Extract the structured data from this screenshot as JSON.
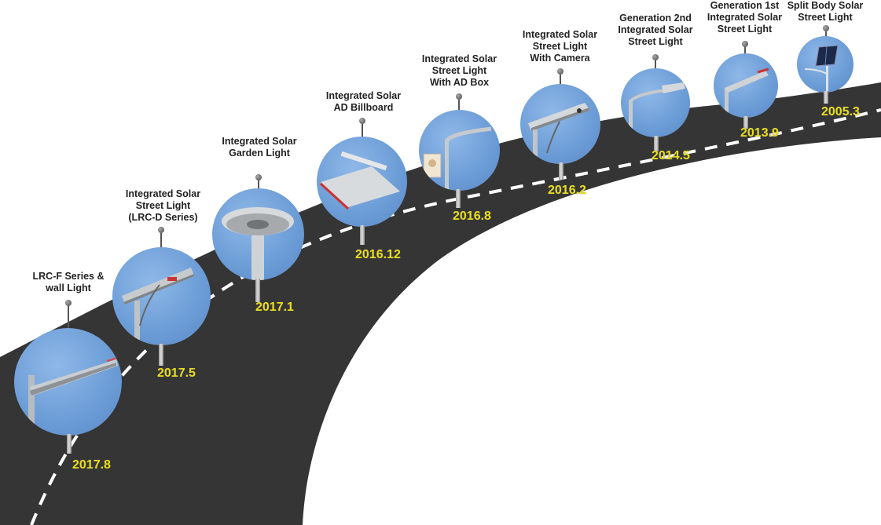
{
  "colors": {
    "road": "#353535",
    "dash": "#ffffff",
    "bubble": "#6b9cd6",
    "year": "#e8dd1d"
  },
  "milestones": [
    {
      "label": "LRC-F Series &\nwall Light",
      "year": "2017.8",
      "icon": "wall-light-icon"
    },
    {
      "label": "Integrated Solar\nStreet Light\n(LRC-D Series)",
      "year": "2017.5",
      "icon": "street-light-icon"
    },
    {
      "label": "Integrated Solar\nGarden Light",
      "year": "2017.1",
      "icon": "garden-light-icon"
    },
    {
      "label": "Integrated Solar\nAD Billboard",
      "year": "2016.12",
      "icon": "billboard-light-icon"
    },
    {
      "label": "Integrated Solar\nStreet Light\nWith AD Box",
      "year": "2016.8",
      "icon": "ad-box-light-icon"
    },
    {
      "label": "Integrated Solar\nStreet Light\nWith Camera",
      "year": "2016.2",
      "icon": "camera-light-icon"
    },
    {
      "label": "Generation 2nd\nIntegrated Solar\nStreet Light",
      "year": "2014.5",
      "icon": "gen2-light-icon"
    },
    {
      "label": "Generation 1st\nIntegrated Solar\nStreet Light",
      "year": "2013.9",
      "icon": "gen1-light-icon"
    },
    {
      "label": "Split Body Solar\nStreet Light",
      "year": "2005.3",
      "icon": "split-solar-light-icon"
    }
  ]
}
